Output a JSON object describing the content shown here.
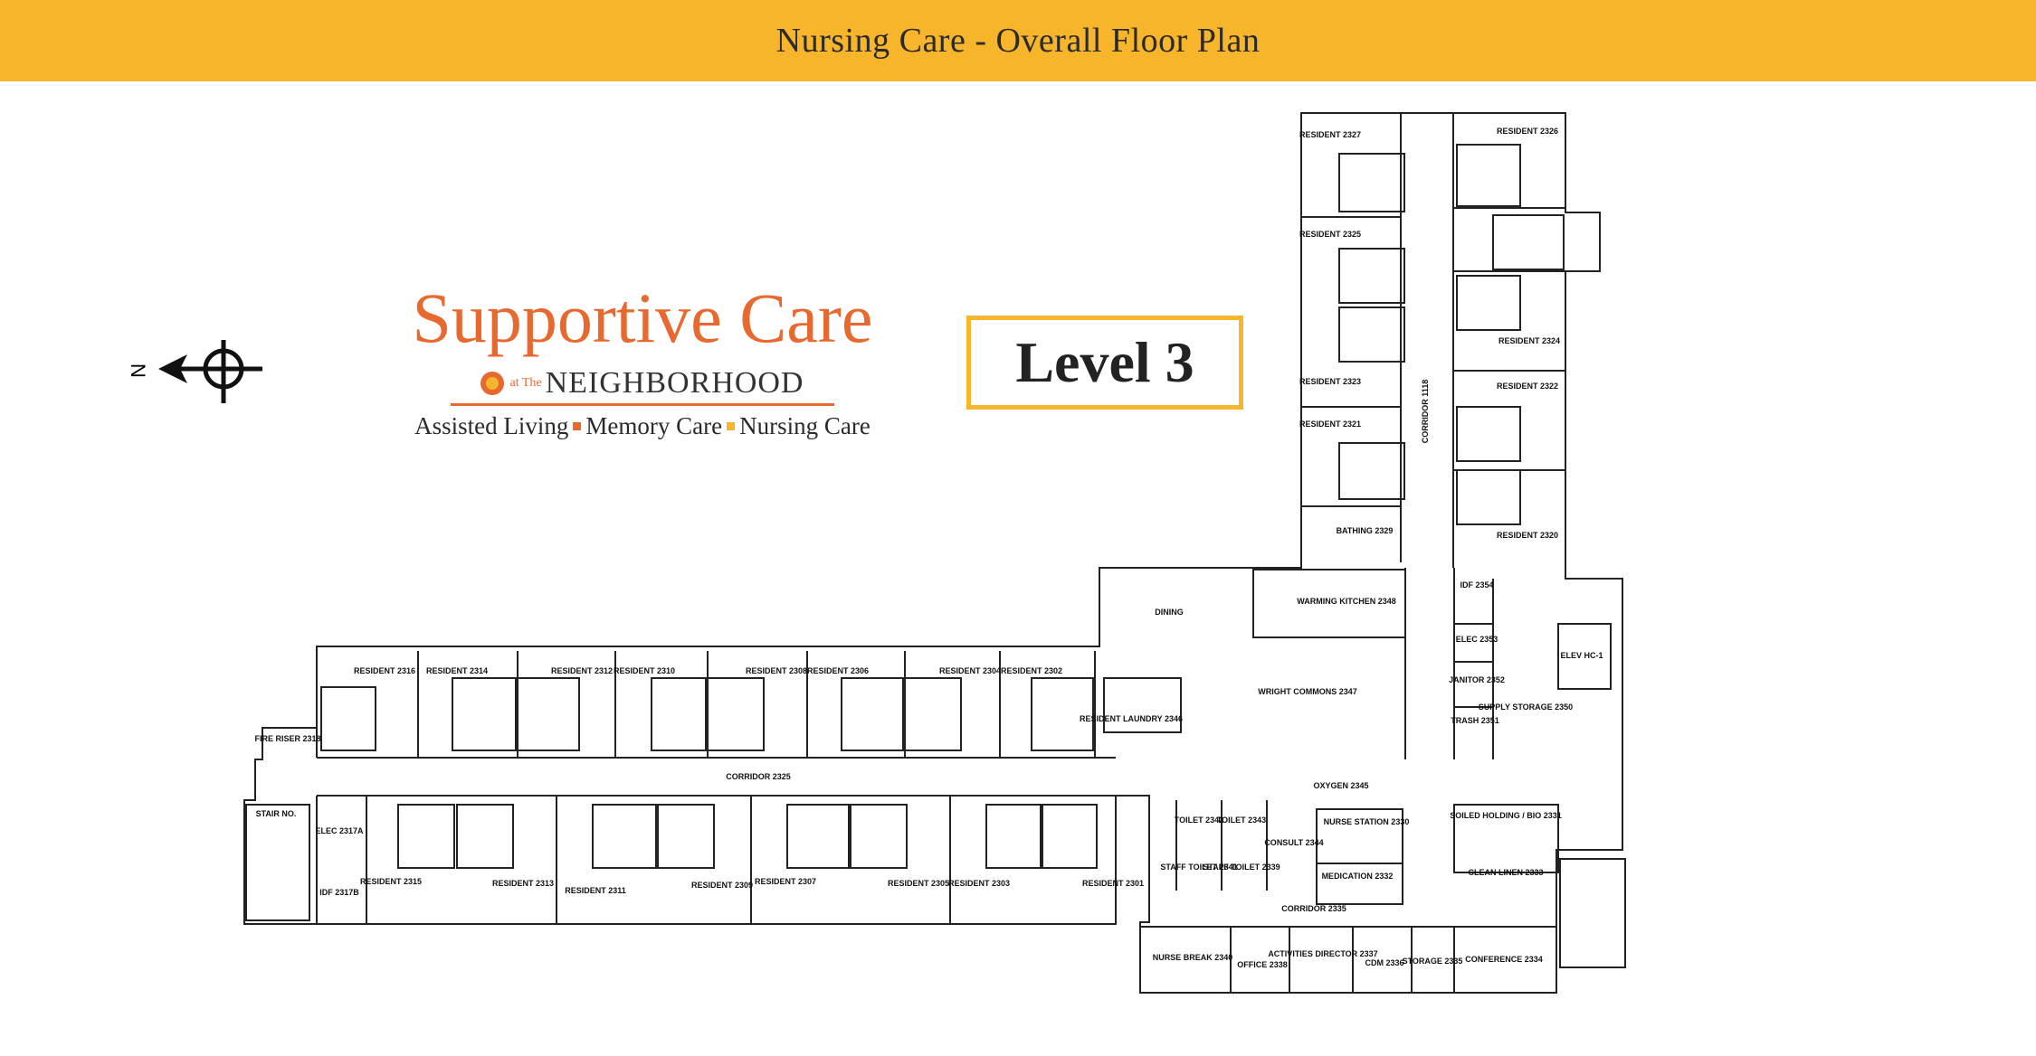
{
  "header": {
    "title": "Nursing Care - Overall Floor Plan"
  },
  "logo": {
    "main": "Supportive Care",
    "at_the": "at The",
    "neighborhood": "NEIGHBORHOOD",
    "services": [
      "Assisted Living",
      "Memory Care",
      "Nursing Care"
    ]
  },
  "level": {
    "label": "Level 3"
  },
  "compass": {
    "label": "N"
  },
  "colors": {
    "banner": "#f7b52c",
    "brand_orange": "#e8692f",
    "memory_square": "#e8692f",
    "nursing_square": "#f7b52c"
  },
  "rooms": {
    "r2327": "RESIDENT 2327",
    "r2326": "RESIDENT 2326",
    "r2325": "RESIDENT 2325",
    "r2324": "RESIDENT 2324",
    "r2323": "RESIDENT 2323",
    "r2322": "RESIDENT 2322",
    "r2321": "RESIDENT 2321",
    "r2320": "RESIDENT 2320",
    "bathing": "BATHING 2329",
    "corridor_n": "CORRIDOR 1118",
    "dining": "DINING",
    "warming": "WARMING KITCHEN 2348",
    "commons": "WRIGHT COMMONS 2347",
    "idf2354": "IDF 2354",
    "elec2353": "ELEC 2353",
    "janitor": "JANITOR 2352",
    "trash": "TRASH 2351",
    "supply": "SUPPLY STORAGE 2350",
    "elev": "ELEV HC-1",
    "r2316": "RESIDENT 2316",
    "r2314": "RESIDENT 2314",
    "r2312": "RESIDENT 2312",
    "r2310": "RESIDENT 2310",
    "r2308": "RESIDENT 2308",
    "r2306": "RESIDENT 2306",
    "r2304": "RESIDENT 2304",
    "r2302": "RESIDENT 2302",
    "laundry": "RESIDENT LAUNDRY 2346",
    "fire_riser": "FIRE RISER 2318",
    "corridor_w": "CORRIDOR 2325",
    "stair": "STAIR NO.",
    "elec2317": "ELEC 2317A",
    "idf2317": "IDF 2317B",
    "r2315": "RESIDENT 2315",
    "r2313": "RESIDENT 2313",
    "r2311": "RESIDENT 2311",
    "r2309": "RESIDENT 2309",
    "r2307": "RESIDENT 2307",
    "r2305": "RESIDENT 2305",
    "r2303": "RESIDENT 2303",
    "r2301": "RESIDENT 2301",
    "toilet2342": "TOILET 2342",
    "toilet2343": "TOILET 2343",
    "stafft2341": "STAFF TOILET 2341",
    "stafft2339": "STAFF TOILET 2339",
    "consult": "CONSULT 2344",
    "oxygen": "OXYGEN 2345",
    "nurse_station": "NURSE STATION 2330",
    "medication": "MEDICATION 2332",
    "soiled": "SOILED HOLDING / BIO 2331",
    "clean_linen": "CLEAN LINEN 2333",
    "corridor_s": "CORRIDOR 2335",
    "nurse_break": "NURSE BREAK 2340",
    "office": "OFFICE 2338",
    "activities": "ACTIVITIES DIRECTOR 2337",
    "cdm": "CDM 2336",
    "storage": "STORAGE 2335",
    "conference": "CONFERENCE 2334"
  }
}
